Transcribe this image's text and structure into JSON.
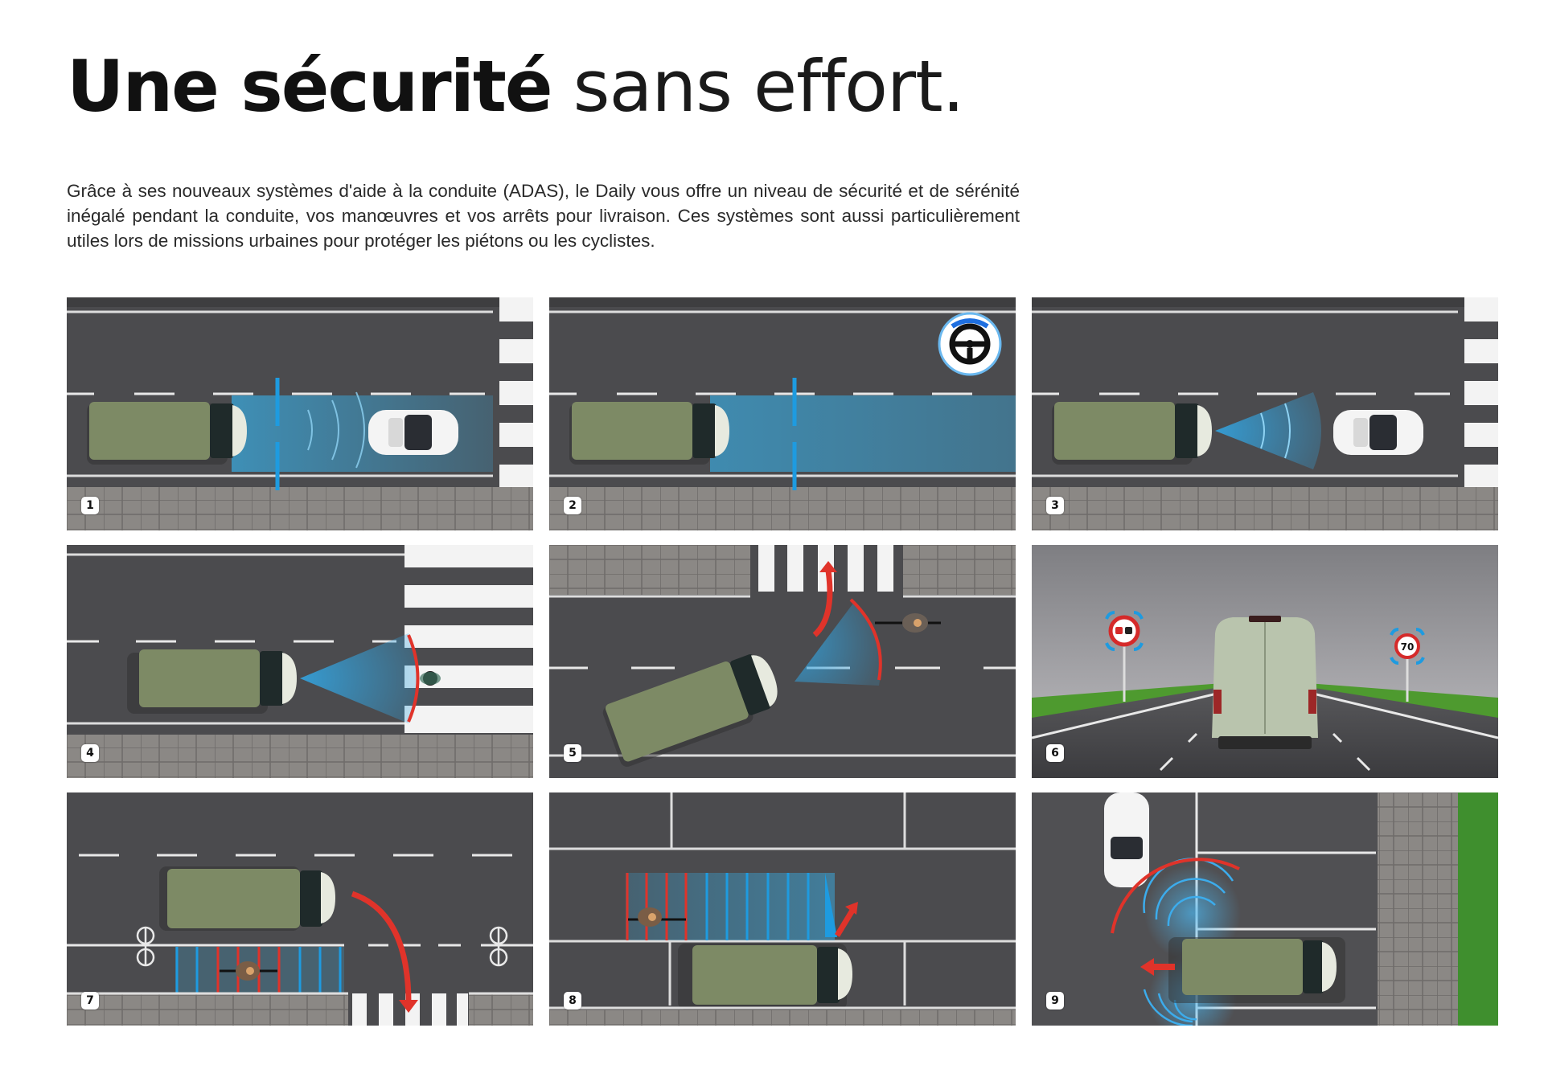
{
  "header": {
    "title_bold": "Une sécurité",
    "title_light": "sans effort."
  },
  "intro": {
    "text": "Grâce à ses nouveaux systèmes d'aide à la conduite (ADAS), le Daily vous offre un niveau de sécurité et de sérénité inégalé pendant la conduite, vos manœuvres et vos arrêts pour livraison. Ces systèmes sont aussi particulièrement utiles lors de missions urbaines pour protéger les piétons ou les cyclistes."
  },
  "panels": [
    {
      "number": "1",
      "scene": "van-follows-car-distance-sensor"
    },
    {
      "number": "2",
      "scene": "van-lane-keeping-steering-assist",
      "icon": "steering-wheel-icon"
    },
    {
      "number": "3",
      "scene": "van-forward-radar-car-ahead"
    },
    {
      "number": "4",
      "scene": "van-pedestrian-crossing-detection"
    },
    {
      "number": "5",
      "scene": "van-turning-cyclist-detection"
    },
    {
      "number": "6",
      "scene": "van-traffic-sign-recognition",
      "signs": [
        "no-overtaking",
        "70"
      ]
    },
    {
      "number": "7",
      "scene": "van-blind-spot-cyclist-right-turn"
    },
    {
      "number": "8",
      "scene": "van-door-opening-cyclist-warning"
    },
    {
      "number": "9",
      "scene": "van-reversing-rear-cross-traffic"
    }
  ],
  "colors": {
    "asphalt": "#4a4a4c",
    "pavement": "#8a8784",
    "van_body": "#7d8a65",
    "sensor_blue": "#1e9be0",
    "alert_red": "#e0332a",
    "grass": "#3f8f2e",
    "sky_gray": "#a9a9ad"
  }
}
